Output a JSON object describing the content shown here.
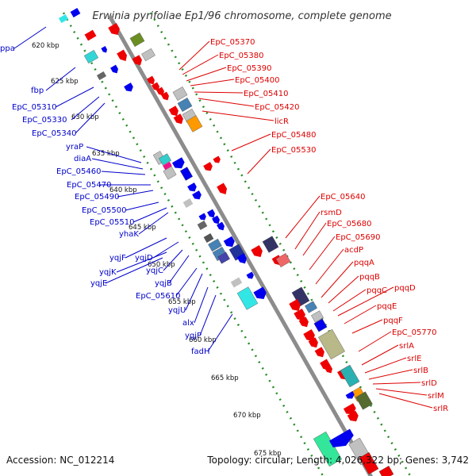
{
  "title": "Erwinia pyrifoliae Ep1/96 chromosome, complete genome",
  "footer": {
    "accession": "Accession: NC_012214",
    "topology": "Topology: circular; Length: 4,026,322 bp; Genes: 3,742"
  },
  "colors": {
    "left_labels": "#0000cc",
    "right_labels": "#dd0000",
    "backbone": "#8c8c8c",
    "ticks": "#228b22"
  },
  "kbp_ticks": [
    "620 kbp",
    "625 kbp",
    "630 kbp",
    "635 kbp",
    "640 kbp",
    "645 kbp",
    "650 kbp",
    "655 kbp",
    "660 kbp",
    "665 kbp",
    "670 kbp",
    "675 kbp"
  ],
  "left_labels": [
    "ppa",
    "fbp",
    "EpC_05310",
    "EpC_05330",
    "EpC_05340",
    "yraP",
    "diaA",
    "EpC_05460",
    "EpC_05470",
    "EpC_05490",
    "EpC_05500",
    "EpC_05510",
    "yhaK",
    "yqjF",
    "yqjK",
    "yqjE",
    "yqjD",
    "yqjC",
    "yqjB",
    "EpC_05610",
    "yqjU",
    "alx",
    "ygjP",
    "fadH"
  ],
  "right_labels": [
    "EpC_05370",
    "EpC_05380",
    "EpC_05390",
    "EpC_05400",
    "EpC_05410",
    "EpC_05420",
    "licR",
    "EpC_05480",
    "EpC_05530",
    "EpC_05640",
    "rsmD",
    "EpC_05680",
    "EpC_05690",
    "acdP",
    "pqqA",
    "pqqB",
    "pqqC",
    "pqqD",
    "pqqE",
    "pqqF",
    "EpC_05770",
    "srlA",
    "srlE",
    "srlB",
    "srlD",
    "srlM",
    "srlR"
  ]
}
